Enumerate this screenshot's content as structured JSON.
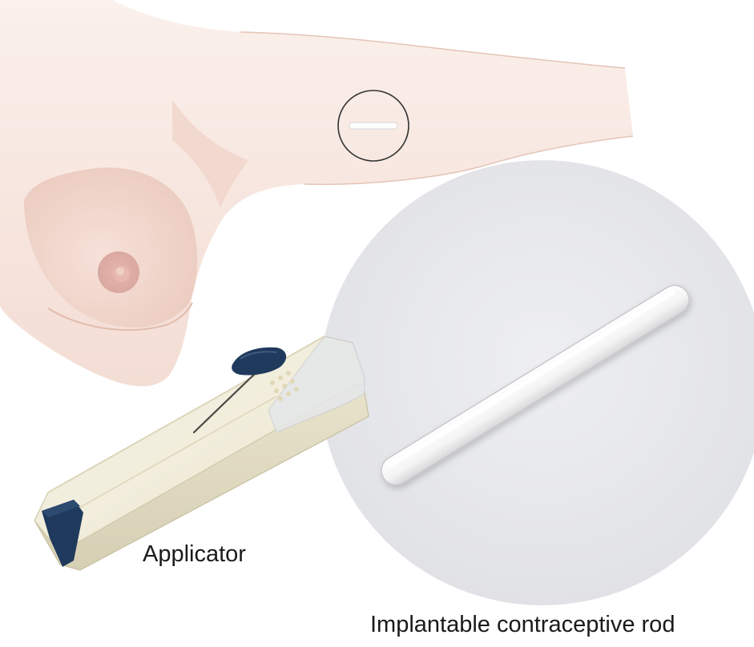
{
  "labels": {
    "applicator": "Applicator",
    "rod": "Implantable contraceptive rod"
  },
  "colors": {
    "background": "#ffffff",
    "skin_light": "#faece6",
    "skin_shadow": "#e9c8bc",
    "areola": "#d9a8a0",
    "magnifier_disc": "#e6e7ea",
    "applicator_body": "#f2eedd",
    "applicator_accent": "#1f3a5c",
    "rod": "#f9f9f9",
    "text": "#1a1a1a"
  },
  "icons": {
    "arm": "arm-illustration",
    "breast": "breast-illustration",
    "insertion_circle": "insertion-site-circle",
    "magnifier": "magnified-view-disc",
    "applicator": "applicator-device",
    "rod": "contraceptive-rod"
  }
}
